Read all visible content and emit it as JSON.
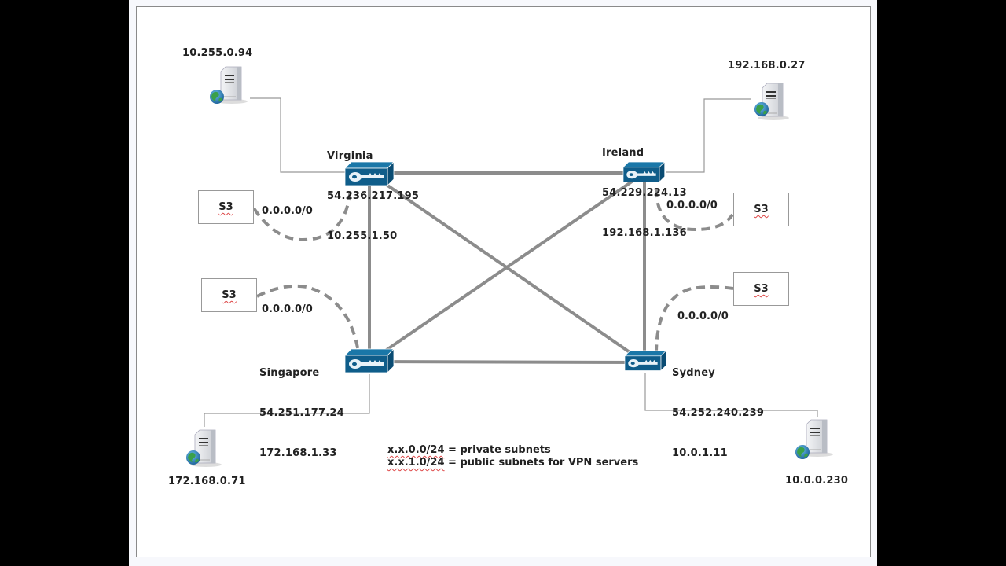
{
  "diagram": {
    "title": "",
    "vpn_gateways": [
      {
        "id": "virginia",
        "name": "Virginia",
        "public_ip": "54.236.217.195",
        "private_ip": "10.255.1.50"
      },
      {
        "id": "ireland",
        "name": "Ireland",
        "public_ip": "54.229.224.13",
        "private_ip": "192.168.1.136"
      },
      {
        "id": "singapore",
        "name": "Singapore",
        "public_ip": "54.251.177.24",
        "private_ip": "172.168.1.33"
      },
      {
        "id": "sydney",
        "name": "Sydney",
        "public_ip": "54.252.240.239",
        "private_ip": "10.0.1.11"
      }
    ],
    "servers": [
      {
        "id": "server-virginia",
        "ip": "10.255.0.94",
        "connects_to": "virginia"
      },
      {
        "id": "server-ireland",
        "ip": "192.168.0.27",
        "connects_to": "ireland"
      },
      {
        "id": "server-singapore",
        "ip": "172.168.0.71",
        "connects_to": "singapore"
      },
      {
        "id": "server-sydney",
        "ip": "10.0.0.230",
        "connects_to": "sydney"
      }
    ],
    "s3_endpoints": [
      {
        "label": "S3",
        "route": "0.0.0.0/0",
        "connects_to": "virginia"
      },
      {
        "label": "S3",
        "route": "0.0.0.0/0",
        "connects_to": "ireland"
      },
      {
        "label": "S3",
        "route": "0.0.0.0/0",
        "connects_to": "singapore"
      },
      {
        "label": "S3",
        "route": "0.0.0.0/0",
        "connects_to": "sydney"
      }
    ],
    "vpn_links": [
      [
        "virginia",
        "ireland"
      ],
      [
        "virginia",
        "singapore"
      ],
      [
        "virginia",
        "sydney"
      ],
      [
        "ireland",
        "singapore"
      ],
      [
        "ireland",
        "sydney"
      ],
      [
        "singapore",
        "sydney"
      ]
    ],
    "legend": {
      "line1_prefix": "x.x.0.0/24",
      "line1_text": " = private subnets",
      "line2_prefix": "x.x.1.0/24",
      "line2_text": " = public subnets for VPN servers"
    },
    "colors": {
      "gateway_fill": "#0f5d8a",
      "link_line": "#8c8c8c",
      "dashed_link": "#8c8c8c",
      "globe_blue": "#2a7fc0",
      "globe_green": "#3aa04a"
    }
  }
}
